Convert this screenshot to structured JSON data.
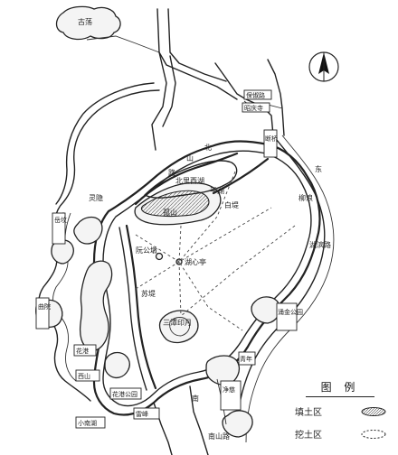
{
  "labels": {
    "top_left": "古荡",
    "north": "北",
    "shan": "山",
    "road": "路",
    "zhaoqing_temple": "昭庆寺",
    "baochu": "保俶路",
    "duanqiao": "断桥",
    "north_inner_lake": "北里西湖",
    "pingyi": "平湖",
    "gushan": "孤山",
    "baidi": "白堤",
    "yuequan": "岳坟",
    "lingyin": "灵隐",
    "quyuan": "曲院",
    "huabei": "花港",
    "sudi": "苏堤",
    "west_lake_east": "湖滨路",
    "xiao_ying_zhou": "三潭印月",
    "hu_xin": "湖心亭",
    "ruan_gong": "阮公墩",
    "yuhu": "南",
    "nanshan_road": "南山路",
    "huagang_park": "花港公园",
    "xiao_nan_lake": "小南湖",
    "leifeng": "雷峰",
    "jingci": "净慈",
    "xi_shan": "西山",
    "qing_nian": "青年",
    "yong_jin": "涌金公园",
    "liulang": "柳浪",
    "dong": "东"
  },
  "legend": {
    "title": "图 例",
    "fill_area": "填土区",
    "dig_area": "挖土区"
  },
  "icons": {
    "north_arrow": "north-arrow-icon"
  }
}
